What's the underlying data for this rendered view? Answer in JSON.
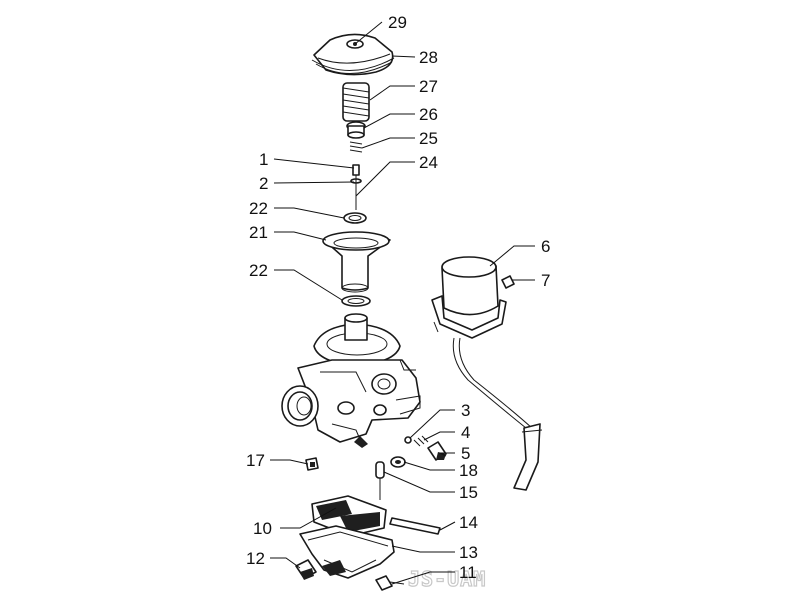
{
  "labels": {
    "l1": "1",
    "l2": "2",
    "l3": "3",
    "l4": "4",
    "l5": "5",
    "l6": "6",
    "l7": "7",
    "l10": "10",
    "l11": "11",
    "l12": "12",
    "l13": "13",
    "l14": "14",
    "l15": "15",
    "l17": "17",
    "l18": "18",
    "l21": "21",
    "l22a": "22",
    "l22b": "22",
    "l24": "24",
    "l25": "25",
    "l26": "26",
    "l27": "27",
    "l28": "28",
    "l29": "29"
  },
  "watermark": "JS-UAM",
  "colors": {
    "line": "#1a1a1a",
    "background": "#ffffff",
    "watermark": "#c8c8c8"
  }
}
